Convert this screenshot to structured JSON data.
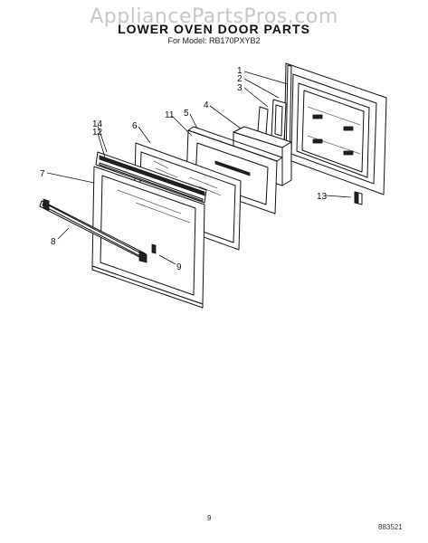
{
  "watermark": "AppliancePartsPros.com",
  "title": "LOWER OVEN DOOR PARTS",
  "model": "For Model: RB170PXYB2",
  "page_number": "9",
  "doc_code": "883521",
  "callouts": {
    "c1": "1",
    "c2": "2",
    "c3": "3",
    "c4": "4",
    "c5": "5",
    "c6": "6",
    "c7": "7",
    "c8": "8",
    "c9": "9",
    "c11": "11",
    "c12": "12",
    "c13": "13",
    "c14": "14"
  }
}
